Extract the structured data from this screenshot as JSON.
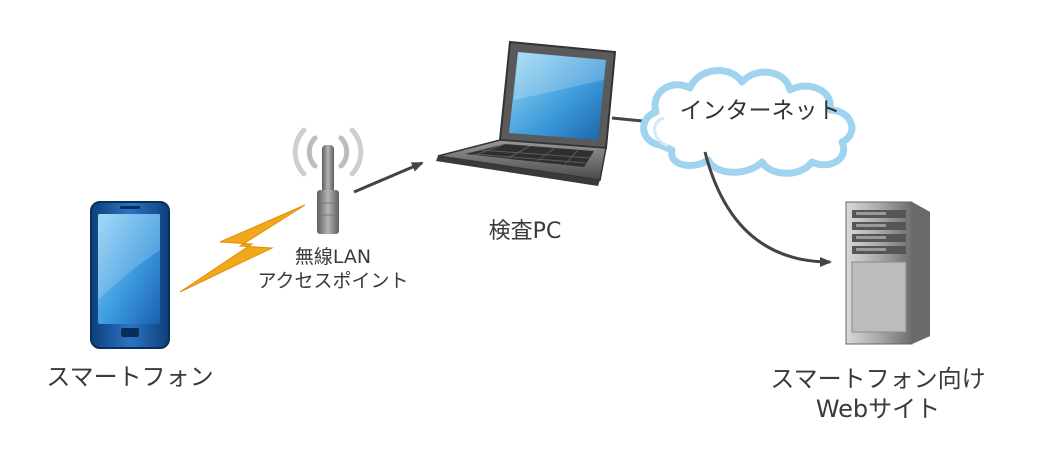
{
  "nodes": {
    "smartphone": {
      "label": "スマートフォン"
    },
    "access_point": {
      "line1": "無線LAN",
      "line2": "アクセスポイント"
    },
    "inspection_pc": {
      "label": "検査PC"
    },
    "internet": {
      "label": "インターネット"
    },
    "server": {
      "line1": "スマートフォン向け",
      "line2": "Webサイト"
    }
  },
  "icons": [
    "smartphone-icon",
    "lightning-icon",
    "wifi-antenna-icon",
    "laptop-icon",
    "cloud-icon",
    "server-tower-icon"
  ],
  "colors": {
    "phone_frame": "#1e5fa8",
    "lightning": "#f2a81d",
    "arrow": "#444444",
    "cloud_outline": "#9fd3ef",
    "text": "#3a3a3a"
  }
}
